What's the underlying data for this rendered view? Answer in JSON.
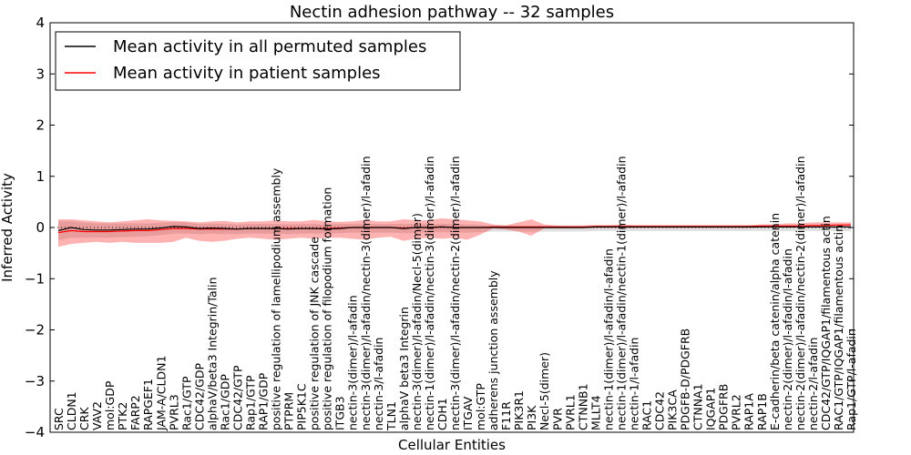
{
  "chart_data": {
    "type": "line",
    "title": "Nectin adhesion pathway -- 32 samples",
    "xlabel": "Cellular Entities",
    "ylabel": "Inferred Activity",
    "ylim": [
      -4,
      4
    ],
    "yticks": [
      -4,
      -3,
      -2,
      -1,
      0,
      1,
      2,
      3,
      4
    ],
    "ytick_labels": [
      "−4",
      "−3",
      "−2",
      "−1",
      "0",
      "1",
      "2",
      "3",
      "4"
    ],
    "grid": false,
    "legend_position": "top-left",
    "categories": [
      "SRC",
      "CLDN1",
      "CRK",
      "VAV2",
      "mol:GDP",
      "PTK2",
      "FARP2",
      "RAPGEF1",
      "JAM-A/CLDN1",
      "PVRL3",
      "Rac1/GTP",
      "CDC42/GDP",
      "alphaV/beta3 Integrin/Talin",
      "Rac1/GDP",
      "CDC42/GTP",
      "Rap1/GTP",
      "RAP1/GDP",
      "positive regulation of lamellipodium assembly",
      "PTPRM",
      "PIP5K1C",
      "positive regulation of JNK cascade",
      "positive regulation of filopodium formation",
      "ITGB3",
      "nectin-3(dimer)/l-afadin",
      "nectin-3(dimer)/l-afadin/nectin-3(dimer)/l-afadin",
      "nectin-3/l-afadin",
      "TLN1",
      "alphaV beta3 Integrin",
      "nectin-3(dimer)/l-afadin/Necl-5(dimer)",
      "nectin-1(dimer)/l-afadin/nectin-3(dimer)/l-afadin",
      "CDH1",
      "nectin-3(dimer)/l-afadin/nectin-2(dimer)/l-afadin",
      "ITGAV",
      "mol:GTP",
      "adherens junction assembly",
      "F11R",
      "PIK3R1",
      "PI3K",
      "Necl-5(dimer)",
      "PVR",
      "PVRL1",
      "CTNNB1",
      "MLLT4",
      "nectin-1(dimer)/l-afadin/l-afadin",
      "nectin-1(dimer)/l-afadin/nectin-1(dimer)/l-afadin",
      "nectin-1/l-afadin",
      "RAC1",
      "CDC42",
      "PIK3CA",
      "PDGFB-D/PDGFRB",
      "CTNNA1",
      "IQGAP1",
      "PDGFRB",
      "PVRL2",
      "RAP1A",
      "RAP1B",
      "E-cadherin/beta catenin/alpha catenin",
      "nectin-2(dimer)/l-afadin/l-afadin",
      "nectin-2(dimer)/l-afadin/nectin-2(dimer)/l-afadin",
      "nectin-2/l-afadin",
      "CDC42/GTP/IQGAP1/filamentous actin",
      "RAC1/GTP/IQGAP1/filamentous actin",
      "Rap1/GTP/l-afadin"
    ],
    "series": [
      {
        "name": "Mean activity in all permuted samples",
        "color": "#000000",
        "values": [
          -0.06,
          0.0,
          -0.04,
          -0.05,
          -0.05,
          -0.04,
          -0.03,
          -0.03,
          -0.01,
          0.02,
          0.01,
          -0.02,
          -0.01,
          -0.02,
          -0.03,
          -0.02,
          -0.02,
          -0.02,
          -0.03,
          -0.02,
          -0.02,
          -0.03,
          -0.02,
          0.0,
          0.0,
          0.0,
          0.0,
          -0.02,
          0.0,
          0.0,
          0.01,
          0.0,
          0.0,
          0.0,
          0.0,
          0.0,
          0.0,
          0.0,
          0.0,
          0.0,
          0.0,
          0.0,
          0.01,
          0.01,
          0.01,
          0.01,
          0.01,
          0.01,
          0.01,
          0.01,
          0.01,
          0.01,
          0.01,
          0.01,
          0.01,
          0.01,
          0.01,
          0.01,
          0.01,
          0.01,
          0.01,
          0.01,
          0.01
        ],
        "band_upper": [
          0.12,
          0.13,
          0.1,
          0.08,
          0.08,
          0.08,
          0.08,
          0.08,
          0.09,
          0.11,
          0.1,
          0.07,
          0.08,
          0.07,
          0.06,
          0.07,
          0.07,
          0.07,
          0.06,
          0.07,
          0.07,
          0.06,
          0.07,
          0.07,
          0.07,
          0.07,
          0.07,
          0.07,
          0.07,
          0.07,
          0.07,
          0.07,
          0.06,
          0.05,
          0.04,
          0.04,
          0.03,
          0.03,
          0.03,
          0.03,
          0.02,
          0.02,
          0.02,
          0.02,
          0.02,
          0.02,
          0.02,
          0.02,
          0.02,
          0.02,
          0.02,
          0.02,
          0.02,
          0.02,
          0.02,
          0.02,
          0.02,
          0.02,
          0.02,
          0.02,
          0.02,
          0.02,
          0.02
        ],
        "band_lower": [
          -0.25,
          -0.2,
          -0.2,
          -0.2,
          -0.2,
          -0.19,
          -0.18,
          -0.17,
          -0.15,
          -0.12,
          -0.12,
          -0.13,
          -0.12,
          -0.13,
          -0.13,
          -0.12,
          -0.12,
          -0.12,
          -0.13,
          -0.12,
          -0.12,
          -0.12,
          -0.11,
          -0.1,
          -0.1,
          -0.1,
          -0.1,
          -0.11,
          -0.1,
          -0.1,
          -0.09,
          -0.1,
          -0.1,
          -0.09,
          -0.08,
          -0.08,
          -0.08,
          -0.08,
          -0.08,
          -0.08,
          -0.08,
          -0.08,
          -0.07,
          -0.07,
          -0.07,
          -0.07,
          -0.07,
          -0.07,
          -0.07,
          -0.07,
          -0.07,
          -0.07,
          -0.07,
          -0.07,
          -0.07,
          -0.07,
          -0.07,
          -0.07,
          -0.07,
          -0.07,
          -0.07,
          -0.07,
          -0.07
        ]
      },
      {
        "name": "Mean activity in patient samples",
        "color": "#ff0000",
        "values": [
          -0.1,
          -0.06,
          -0.08,
          -0.08,
          -0.08,
          -0.07,
          -0.06,
          -0.06,
          -0.04,
          -0.02,
          -0.02,
          -0.03,
          -0.03,
          -0.03,
          -0.03,
          -0.02,
          -0.02,
          -0.02,
          -0.02,
          -0.02,
          -0.02,
          -0.02,
          -0.01,
          0.0,
          0.0,
          0.0,
          0.0,
          -0.01,
          0.0,
          0.0,
          0.01,
          0.0,
          0.0,
          0.0,
          0.01,
          0.01,
          0.01,
          0.01,
          0.01,
          0.01,
          0.01,
          0.01,
          0.02,
          0.02,
          0.02,
          0.02,
          0.02,
          0.02,
          0.02,
          0.02,
          0.02,
          0.02,
          0.02,
          0.02,
          0.02,
          0.03,
          0.03,
          0.03,
          0.03,
          0.04,
          0.04,
          0.05,
          0.05
        ],
        "band_upper": [
          0.16,
          0.16,
          0.14,
          0.12,
          0.1,
          0.12,
          0.14,
          0.16,
          0.14,
          0.13,
          0.12,
          0.1,
          0.12,
          0.13,
          0.1,
          0.12,
          0.12,
          0.14,
          0.12,
          0.12,
          0.15,
          0.12,
          0.11,
          0.12,
          0.15,
          0.12,
          0.12,
          0.16,
          0.14,
          0.14,
          0.18,
          0.16,
          0.14,
          0.12,
          0.06,
          0.04,
          0.1,
          0.16,
          0.06,
          0.04,
          0.04,
          0.04,
          0.05,
          0.05,
          0.06,
          0.05,
          0.05,
          0.05,
          0.05,
          0.05,
          0.05,
          0.05,
          0.05,
          0.05,
          0.05,
          0.06,
          0.06,
          0.08,
          0.08,
          0.1,
          0.1,
          0.1,
          0.1
        ],
        "band_lower": [
          -0.38,
          -0.32,
          -0.3,
          -0.28,
          -0.3,
          -0.28,
          -0.3,
          -0.3,
          -0.3,
          -0.28,
          -0.2,
          -0.26,
          -0.28,
          -0.26,
          -0.22,
          -0.2,
          -0.22,
          -0.24,
          -0.22,
          -0.2,
          -0.22,
          -0.2,
          -0.2,
          -0.22,
          -0.24,
          -0.2,
          -0.18,
          -0.26,
          -0.22,
          -0.2,
          -0.22,
          -0.2,
          -0.24,
          -0.14,
          -0.02,
          -0.04,
          -0.08,
          -0.16,
          -0.02,
          -0.02,
          -0.02,
          -0.02,
          -0.01,
          -0.01,
          -0.01,
          -0.01,
          -0.01,
          -0.01,
          -0.01,
          -0.01,
          -0.01,
          -0.01,
          -0.01,
          -0.01,
          -0.01,
          0.0,
          0.0,
          0.0,
          0.0,
          0.0,
          0.0,
          0.0,
          0.0
        ]
      }
    ]
  }
}
